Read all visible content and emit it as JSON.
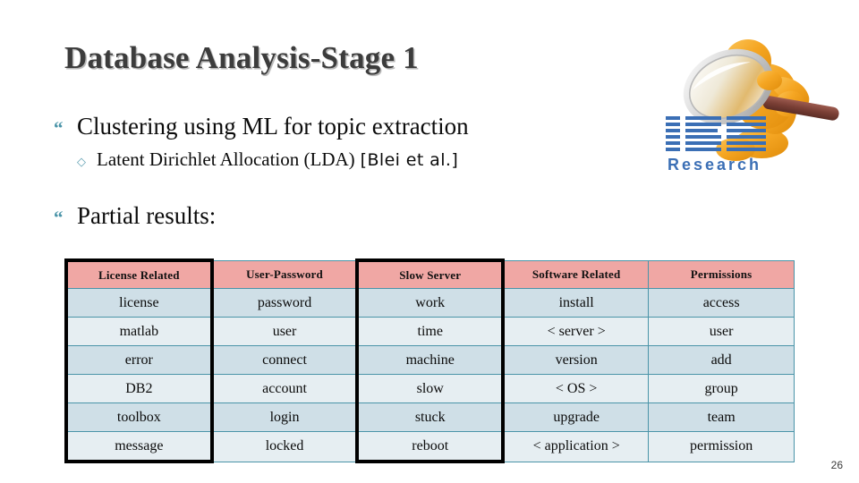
{
  "slide": {
    "title": "Database Analysis-Stage 1",
    "page_number": "26",
    "bullet_glyph": "“",
    "subbullet_glyph": "◇"
  },
  "bullets": [
    {
      "text": "Clustering using ML for topic extraction",
      "sub": {
        "text": "Latent Dirichlet Allocation (LDA)",
        "citation": "[Blei et al.]"
      }
    },
    {
      "text": "Partial results:"
    }
  ],
  "table": {
    "headers": [
      "License Related",
      "User-Password",
      "Slow Server",
      "Software Related",
      "Permissions"
    ],
    "rows": [
      [
        "license",
        "password",
        "work",
        "install",
        "access"
      ],
      [
        "matlab",
        "user",
        "time",
        "< server >",
        "user"
      ],
      [
        "error",
        "connect",
        "machine",
        "version",
        "add"
      ],
      [
        "DB2",
        "account",
        "slow",
        "< OS >",
        "group"
      ],
      [
        "toolbox",
        "login",
        "stuck",
        "upgrade",
        "team"
      ],
      [
        "message",
        "locked",
        "reboot",
        "< application >",
        "permission"
      ]
    ],
    "emphasized_columns": [
      0,
      2
    ]
  },
  "logo": {
    "brand": "IBM",
    "sub_brand": "Research",
    "alt": "IBM Research logo with figure holding magnifying glass"
  },
  "colors": {
    "header_pink": "#f0a7a4",
    "row_odd_blue": "#cfdfe7",
    "row_even_blue": "#e6eef2",
    "grid_teal": "#4a94a8",
    "bullet_teal": "#4a94a8",
    "title_gray": "#3c3c3c",
    "emphasis_black": "#000000",
    "logo_orange": "#f5a623",
    "logo_blue": "#3b6fb5"
  }
}
